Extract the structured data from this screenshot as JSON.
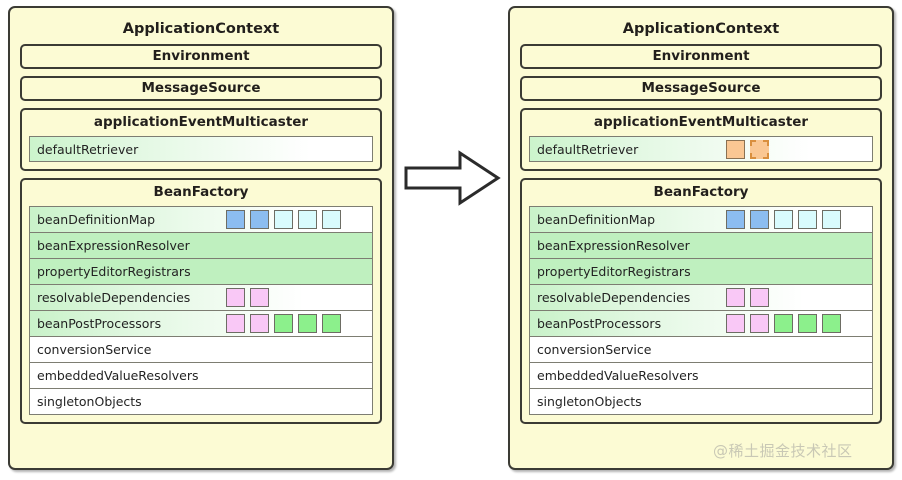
{
  "diagram": {
    "title_left": "ApplicationContext",
    "title_right": "ApplicationContext",
    "watermark": "@稀土掘金技术社区",
    "arrow_icon": "right-arrow-icon",
    "colors": {
      "panel_bg": "#fcfbd4",
      "panel_border": "#3b3b34",
      "row_green": "#bff0bf",
      "chip_blue": "#8cbdf0",
      "chip_cyan": "#d9fbfd",
      "chip_pink": "#f9c8f6",
      "chip_green": "#8cf08c",
      "chip_orange": "#fac793"
    }
  },
  "left": {
    "title": "ApplicationContext",
    "environment": "Environment",
    "message_source": "MessageSource",
    "multicaster": {
      "title": "applicationEventMulticaster",
      "row_label": "defaultRetriever",
      "chips": []
    },
    "bean_factory": {
      "title": "BeanFactory",
      "rows": [
        {
          "label": "beanDefinitionMap",
          "style": "fade",
          "chips": [
            "blue",
            "blue",
            "cyan",
            "cyan",
            "cyan"
          ]
        },
        {
          "label": "beanExpressionResolver",
          "style": "solid",
          "chips": []
        },
        {
          "label": "propertyEditorRegistrars",
          "style": "solid",
          "chips": []
        },
        {
          "label": "resolvableDependencies",
          "style": "fade",
          "chips": [
            "pink",
            "pink"
          ]
        },
        {
          "label": "beanPostProcessors",
          "style": "fade",
          "chips": [
            "pink",
            "pink",
            "green",
            "green",
            "green"
          ]
        },
        {
          "label": "conversionService",
          "style": "plain",
          "chips": []
        },
        {
          "label": "embeddedValueResolvers",
          "style": "plain",
          "chips": []
        },
        {
          "label": "singletonObjects",
          "style": "plain",
          "chips": []
        }
      ]
    }
  },
  "right": {
    "title": "ApplicationContext",
    "environment": "Environment",
    "message_source": "MessageSource",
    "multicaster": {
      "title": "applicationEventMulticaster",
      "row_label": "defaultRetriever",
      "chips": [
        "orange",
        "orange-dashed"
      ]
    },
    "bean_factory": {
      "title": "BeanFactory",
      "rows": [
        {
          "label": "beanDefinitionMap",
          "style": "fade",
          "chips": [
            "blue",
            "blue",
            "cyan",
            "cyan",
            "cyan"
          ]
        },
        {
          "label": "beanExpressionResolver",
          "style": "solid",
          "chips": []
        },
        {
          "label": "propertyEditorRegistrars",
          "style": "solid",
          "chips": []
        },
        {
          "label": "resolvableDependencies",
          "style": "fade",
          "chips": [
            "pink",
            "pink"
          ]
        },
        {
          "label": "beanPostProcessors",
          "style": "fade",
          "chips": [
            "pink",
            "pink",
            "green",
            "green",
            "green"
          ]
        },
        {
          "label": "conversionService",
          "style": "plain",
          "chips": []
        },
        {
          "label": "embeddedValueResolvers",
          "style": "plain",
          "chips": []
        },
        {
          "label": "singletonObjects",
          "style": "plain",
          "chips": []
        }
      ]
    }
  }
}
